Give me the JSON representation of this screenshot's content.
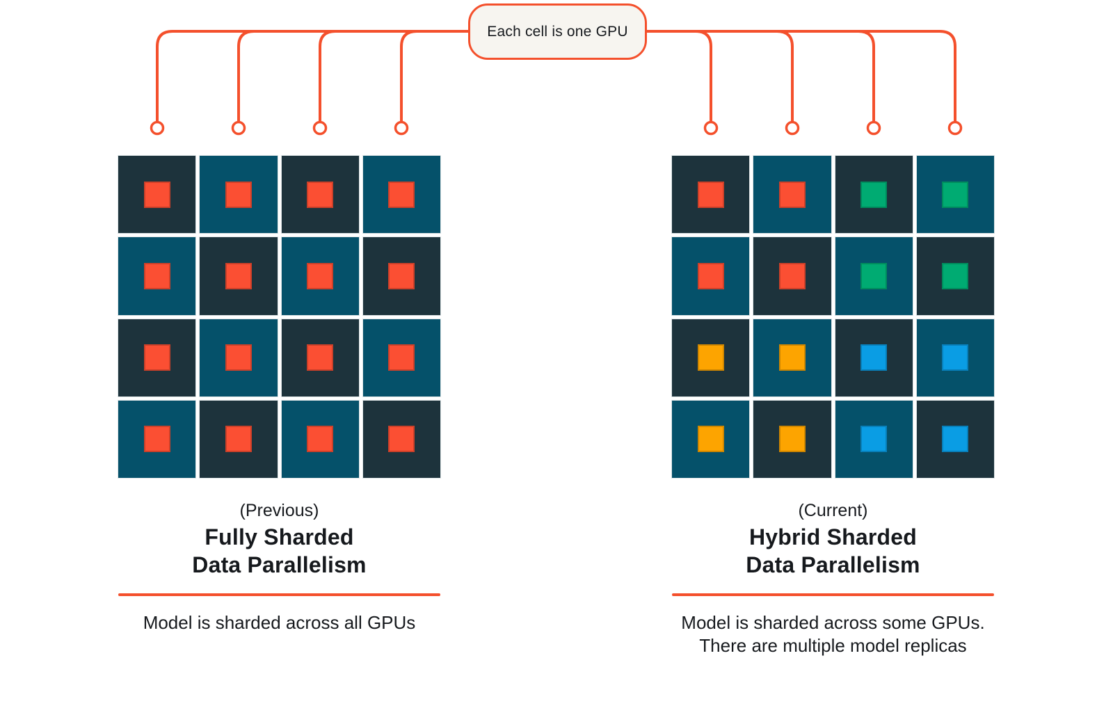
{
  "callout": {
    "label": "Each cell is one GPU"
  },
  "colors": {
    "accent": "#F4502C",
    "callout_bg": "#F7F5F0",
    "text": "#16191D",
    "cell_dark": "#1D333C",
    "cell_teal": "#05516A",
    "red": "#FB4F33",
    "green": "#00AB72",
    "amber": "#FDA400",
    "blue": "#0A9DE4"
  },
  "panels": [
    {
      "tag": "(Previous)",
      "title_line1": "Fully Sharded",
      "title_line2": "Data Parallelism",
      "caption_line1": "Model is sharded across all GPUs",
      "caption_line2": "",
      "grid_cells": [
        [
          "red",
          "red",
          "red",
          "red"
        ],
        [
          "red",
          "red",
          "red",
          "red"
        ],
        [
          "red",
          "red",
          "red",
          "red"
        ],
        [
          "red",
          "red",
          "red",
          "red"
        ]
      ]
    },
    {
      "tag": "(Current)",
      "title_line1": "Hybrid Sharded",
      "title_line2": "Data Parallelism",
      "caption_line1": "Model is sharded across some GPUs.",
      "caption_line2": "There are multiple model replicas",
      "grid_cells": [
        [
          "red",
          "red",
          "green",
          "green"
        ],
        [
          "red",
          "red",
          "green",
          "green"
        ],
        [
          "amber",
          "amber",
          "blue",
          "blue"
        ],
        [
          "amber",
          "amber",
          "blue",
          "blue"
        ]
      ]
    }
  ]
}
